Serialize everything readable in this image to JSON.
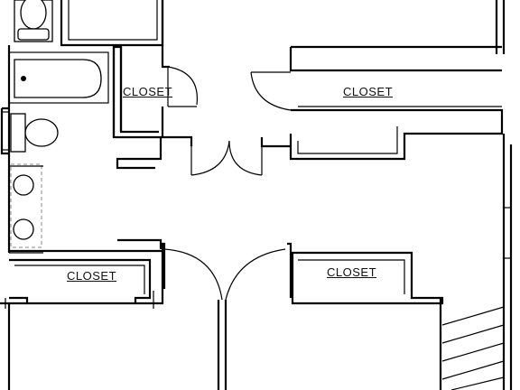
{
  "labels": {
    "closet_small": "CLOSET",
    "closet_top_right": "CLOSET",
    "closet_bottom_left": "CLOSET",
    "closet_bottom_right": "CLOSET"
  }
}
